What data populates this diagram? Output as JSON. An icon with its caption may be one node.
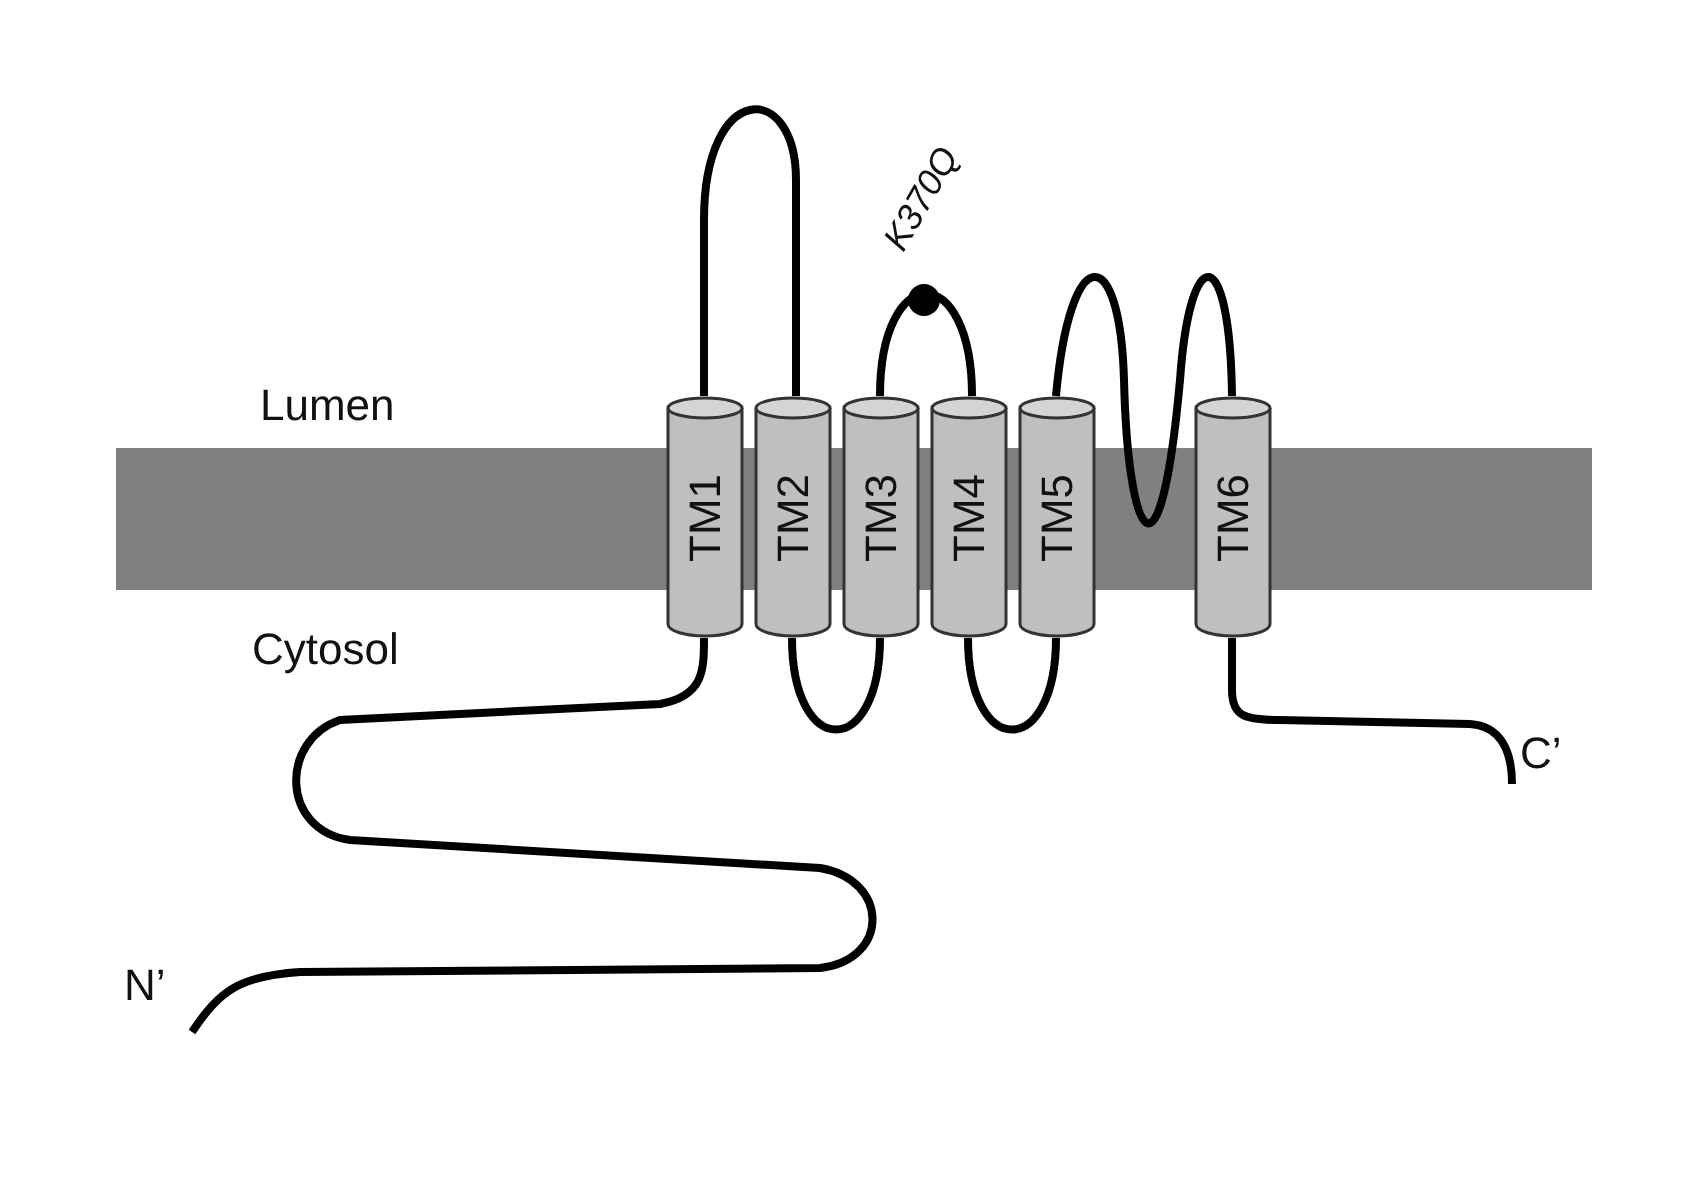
{
  "diagram": {
    "nodes": [
      {
        "text": [
          "N’"
        ]
      },
      {
        "text": [
          "TM1"
        ]
      },
      {
        "text": [
          "TM2"
        ]
      },
      {
        "text": [
          "TM3"
        ]
      },
      {
        "text": [
          "TM4"
        ]
      },
      {
        "text": [
          "TM5"
        ]
      },
      {
        "text": [
          "TM6"
        ]
      },
      {
        "text": [
          "C’"
        ]
      }
    ],
    "edges": [
      {
        "from": 0,
        "to": 1,
        "arrow": "none"
      },
      {
        "from": 1,
        "to": 2,
        "arrow": "none"
      },
      {
        "from": 2,
        "to": 3,
        "arrow": "none"
      },
      {
        "from": 3,
        "to": 4,
        "arrow": "none"
      },
      {
        "from": 4,
        "to": 5,
        "arrow": "none"
      },
      {
        "from": 5,
        "to": 6,
        "arrow": "none"
      },
      {
        "from": 6,
        "to": 7,
        "arrow": "none"
      }
    ],
    "labels": [
      "K370Q",
      "Lumen",
      "Cytosol"
    ]
  }
}
